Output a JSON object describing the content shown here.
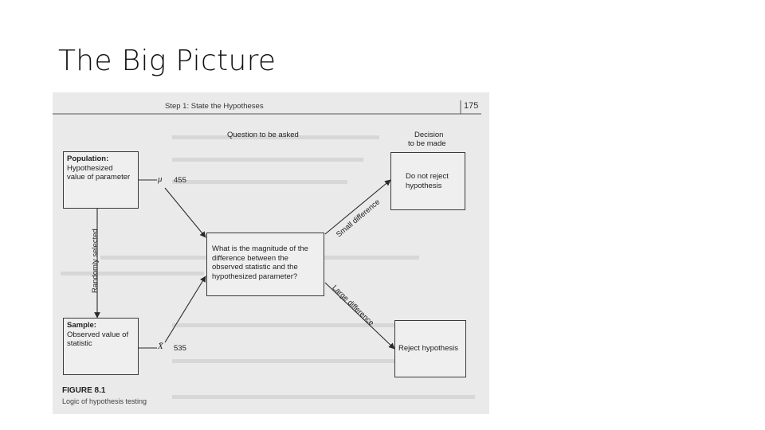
{
  "slide": {
    "title": "The Big Picture"
  },
  "page": {
    "header": "Step 1: State the Hypotheses",
    "number": "175"
  },
  "headings": {
    "question": "Question to be asked",
    "decision_line1": "Decision",
    "decision_line2": "to be made"
  },
  "population": {
    "line1": "Population:",
    "line2": "Hypothesized",
    "line3": "value of parameter",
    "symbol": "μ",
    "value": "455"
  },
  "sample": {
    "line1": "Sample:",
    "line2": "Observed value of",
    "line3": "statistic",
    "symbol": "X̄",
    "value": "535"
  },
  "question_box": {
    "line1": "What is the magnitude of the",
    "line2": "difference between the",
    "line3": "observed statistic and the",
    "line4": "hypothesized parameter?"
  },
  "decisions": {
    "keep_line1": "Do not reject",
    "keep_line2": "hypothesis",
    "reject": "Reject hypothesis"
  },
  "arrow_labels": {
    "vertical": "Randomly selected",
    "small": "Small difference",
    "large": "Large difference"
  },
  "figure": {
    "number": "FIGURE 8.1",
    "caption": "Logic of hypothesis testing"
  }
}
